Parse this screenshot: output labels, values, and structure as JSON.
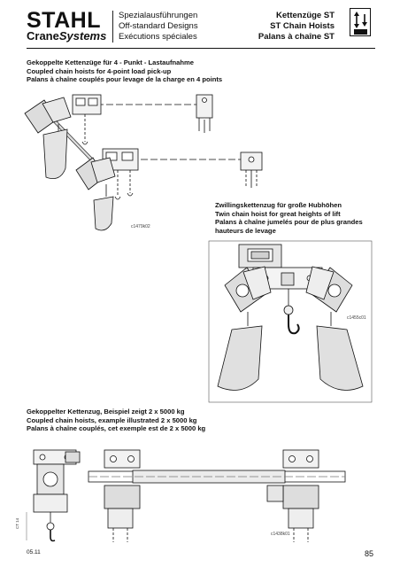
{
  "header": {
    "brand": "STAHL",
    "brand_sub_1": "Crane",
    "brand_sub_2": "Systems",
    "subtitles": [
      "Spezialausführungen",
      "Off-standard Designs",
      "Exécutions spéciales"
    ],
    "titles": [
      "Kettenzüge ST",
      "ST Chain Hoists",
      "Palans à chaîne ST"
    ],
    "icon": "hoist-load-arrows-icon"
  },
  "sections": [
    {
      "lines": [
        "Gekoppelte Kettenzüge für 4 - Punkt - Lastaufnahme",
        "Coupled chain hoists for 4-point load pick-up",
        "Palans à chaîne couplés pour levage de la charge en 4 points"
      ],
      "figure_code": "c1479k02"
    },
    {
      "lines": [
        "Zwillingskettenzug für große Hubhöhen",
        "Twin chain hoist for great heights of lift",
        "Palans à chaîne jumelés pour de plus grandes",
        "hauteurs de levage"
      ],
      "figure_code": "c1455c01"
    },
    {
      "lines": [
        "Gekoppelter Kettenzug, Beispiel zeigt 2 x 5000 kg",
        "Coupled chain hoists, example illustrated 2 x 5000 kg",
        "Palans à chaîne couplés, cet exemple est de 2 x 5000 kg"
      ],
      "figure_code": "c1438k01"
    }
  ],
  "footer": {
    "date": "05.11",
    "page": "85",
    "side_code": "CT 14"
  }
}
